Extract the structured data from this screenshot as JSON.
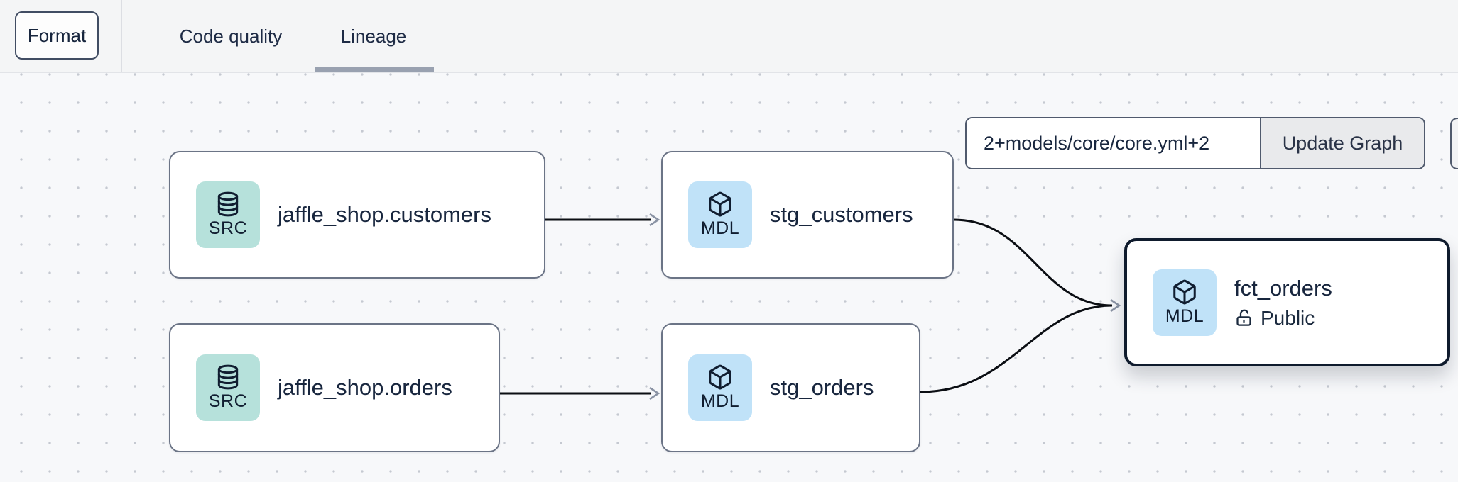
{
  "header": {
    "format_button_label": "Format",
    "tabs": [
      {
        "label": "Code quality",
        "active": false
      },
      {
        "label": "Lineage",
        "active": true
      }
    ]
  },
  "toolbar": {
    "selector_input_value": "2+models/core/core.yml+2",
    "update_graph_label": "Update Graph"
  },
  "graph": {
    "nodes": [
      {
        "label": "jaffle_shop.customers",
        "type_badge": "SRC",
        "icon": "database-icon",
        "selected": false
      },
      {
        "label": "stg_customers",
        "type_badge": "MDL",
        "icon": "cube-icon",
        "selected": false
      },
      {
        "label": "jaffle_shop.orders",
        "type_badge": "SRC",
        "icon": "database-icon",
        "selected": false
      },
      {
        "label": "stg_orders",
        "type_badge": "MDL",
        "icon": "cube-icon",
        "selected": false
      },
      {
        "label": "fct_orders",
        "type_badge": "MDL",
        "icon": "cube-icon",
        "selected": true,
        "access_label": "Public",
        "access_icon": "unlock-icon"
      }
    ],
    "edges": [
      {
        "from": "jaffle_shop.customers",
        "to": "stg_customers"
      },
      {
        "from": "jaffle_shop.orders",
        "to": "stg_orders"
      },
      {
        "from": "stg_customers",
        "to": "fct_orders"
      },
      {
        "from": "stg_orders",
        "to": "fct_orders"
      }
    ]
  },
  "colors": {
    "source_badge_bg": "#b6e1db",
    "model_badge_bg": "#c0e2f8",
    "node_border": "#6b7486",
    "selected_node_border": "#0f1b2d",
    "text_primary": "#18263e",
    "tab_underline": "#99a1b0",
    "edge": "#0b0e13",
    "arrowhead": "#8a93a4",
    "canvas_bg": "#f7f8fa",
    "header_bg": "#f4f5f6"
  }
}
